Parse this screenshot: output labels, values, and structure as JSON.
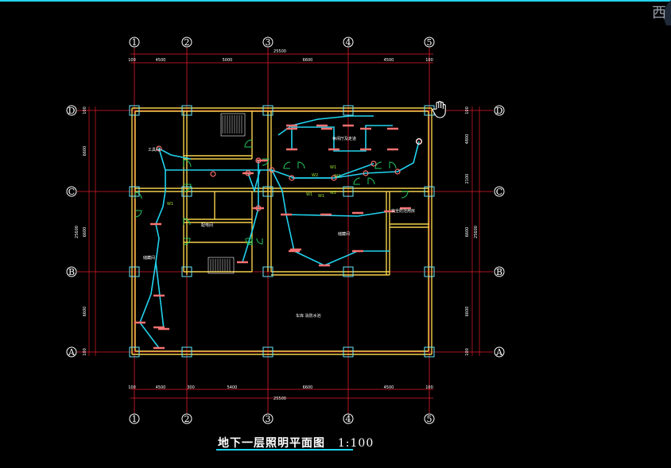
{
  "drawing": {
    "title": "地下一层照明平面图",
    "scale": "1:100",
    "compass_label": "西"
  },
  "grid_columns": [
    "1",
    "2",
    "3",
    "4",
    "5"
  ],
  "grid_rows": [
    "D",
    "C",
    "B",
    "A"
  ],
  "dimensions": {
    "top_spans": [
      "100",
      "4500",
      "5000",
      "6600",
      "4500",
      "100"
    ],
    "top_total": "25500",
    "bottom_spans": [
      "100",
      "4500",
      "300",
      "5400",
      "6600",
      "4500",
      "100"
    ],
    "bottom_total": "25500",
    "left_spans": [
      "100",
      "6600",
      "6600",
      "6600",
      "100"
    ],
    "left_total": "25600",
    "right_spans": [
      "100",
      "4800",
      "2100",
      "6600",
      "6600",
      "100"
    ],
    "right_total": "25600"
  },
  "room_labels": {
    "tool_room": "工具间",
    "lounge": "休闲厅及走道",
    "distribution_room": "配电间",
    "storage_1": "储藏间",
    "storage_2": "储藏间",
    "security": "安全防范用房",
    "parking": "车库  消防水池"
  },
  "tags": {
    "t1": "W2",
    "t2": "W1",
    "t3": "W2",
    "t4": "W1",
    "t5": "W1",
    "t6": "W2",
    "t7": "W1"
  },
  "colors": {
    "background": "#000000",
    "walls": "#f5d04a",
    "axis": "#e11d2a",
    "wiring": "#22d3ee",
    "fixture": "#f87171",
    "door": "#22c55e",
    "column": "#67e8f9",
    "text": "#ffffff"
  }
}
